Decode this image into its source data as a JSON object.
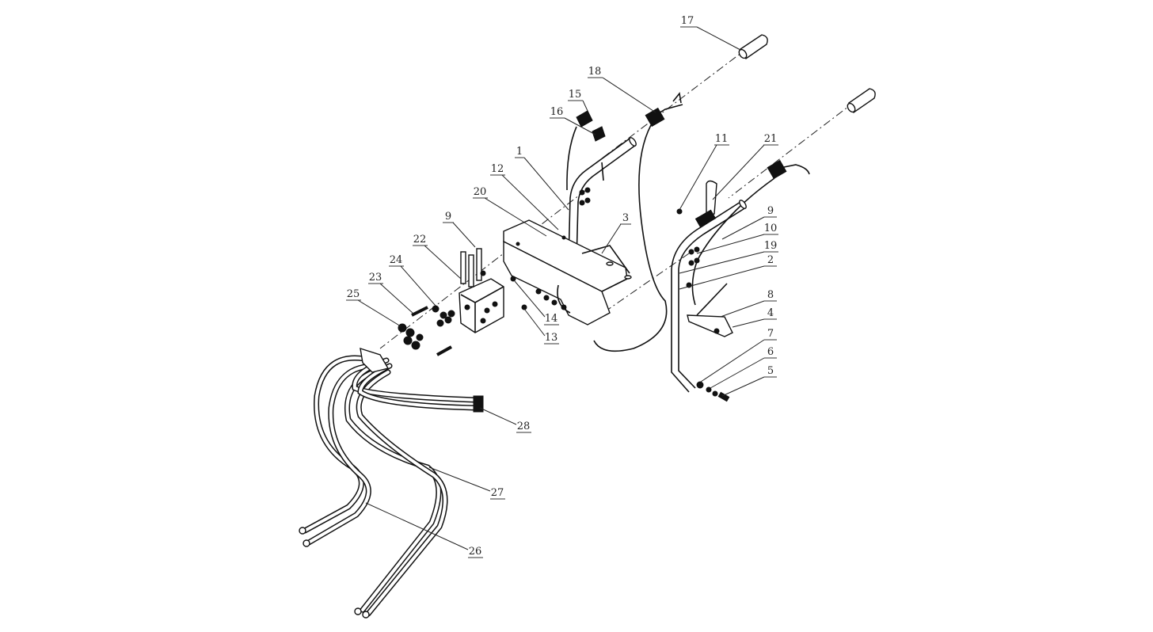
{
  "diagram": {
    "title": "Handlebar and hydraulic control valve exploded view",
    "callouts": [
      "17",
      "18",
      "15",
      "16",
      "1",
      "12",
      "20",
      "11",
      "21",
      "9",
      "10",
      "19",
      "2",
      "8",
      "4",
      "7",
      "6",
      "5",
      "3",
      "9",
      "22",
      "24",
      "23",
      "25",
      "14",
      "13",
      "28",
      "27",
      "26"
    ]
  }
}
